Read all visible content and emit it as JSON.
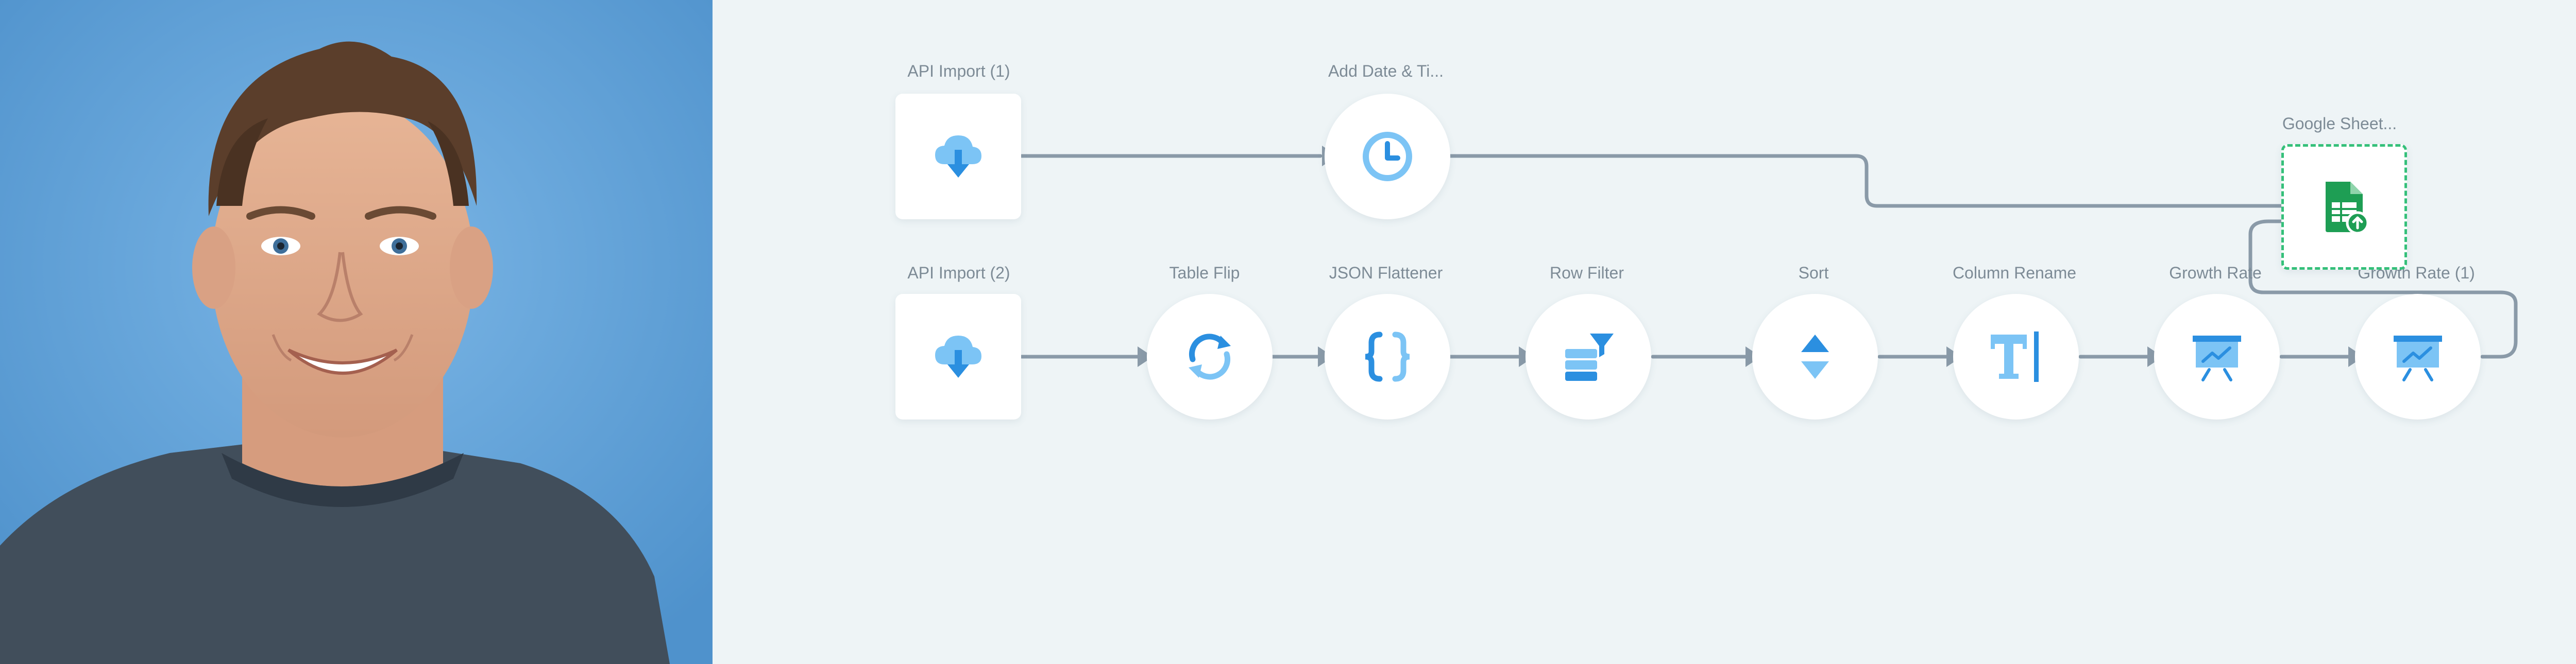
{
  "canvas": {
    "background": "#eef4f6",
    "edge_color": "#8a9aa8"
  },
  "photo": {
    "description_icon": "person-photo"
  },
  "nodes": [
    {
      "id": "api-import-1",
      "label": "API Import (1)",
      "icon": "cloud-download-icon",
      "shape": "square"
    },
    {
      "id": "add-date-time",
      "label": "Add Date & Ti...",
      "icon": "clock-icon",
      "shape": "circle"
    },
    {
      "id": "google-sheets",
      "label": "Google Sheet...",
      "icon": "google-sheets-upload-icon",
      "shape": "square",
      "selected": true
    },
    {
      "id": "api-import-2",
      "label": "API Import (2)",
      "icon": "cloud-download-icon",
      "shape": "square"
    },
    {
      "id": "table-flip",
      "label": "Table Flip",
      "icon": "refresh-icon",
      "shape": "circle"
    },
    {
      "id": "json-flattener",
      "label": "JSON Flattener",
      "icon": "curly-braces-icon",
      "shape": "circle"
    },
    {
      "id": "row-filter",
      "label": "Row Filter",
      "icon": "filter-stack-icon",
      "shape": "circle"
    },
    {
      "id": "sort",
      "label": "Sort",
      "icon": "sort-icon",
      "shape": "circle"
    },
    {
      "id": "column-rename",
      "label": "Column Rename",
      "icon": "text-cursor-icon",
      "shape": "circle"
    },
    {
      "id": "growth-rate",
      "label": "Growth Rate",
      "icon": "presentation-chart-icon",
      "shape": "circle"
    },
    {
      "id": "growth-rate-1",
      "label": "Growth Rate (1)",
      "icon": "presentation-chart-icon",
      "shape": "circle"
    }
  ],
  "colors": {
    "icon_light": "#7cc4f5",
    "icon_dark": "#2b8fe0",
    "sheets_green": "#1e9e54",
    "selected_border": "#35c07a"
  }
}
